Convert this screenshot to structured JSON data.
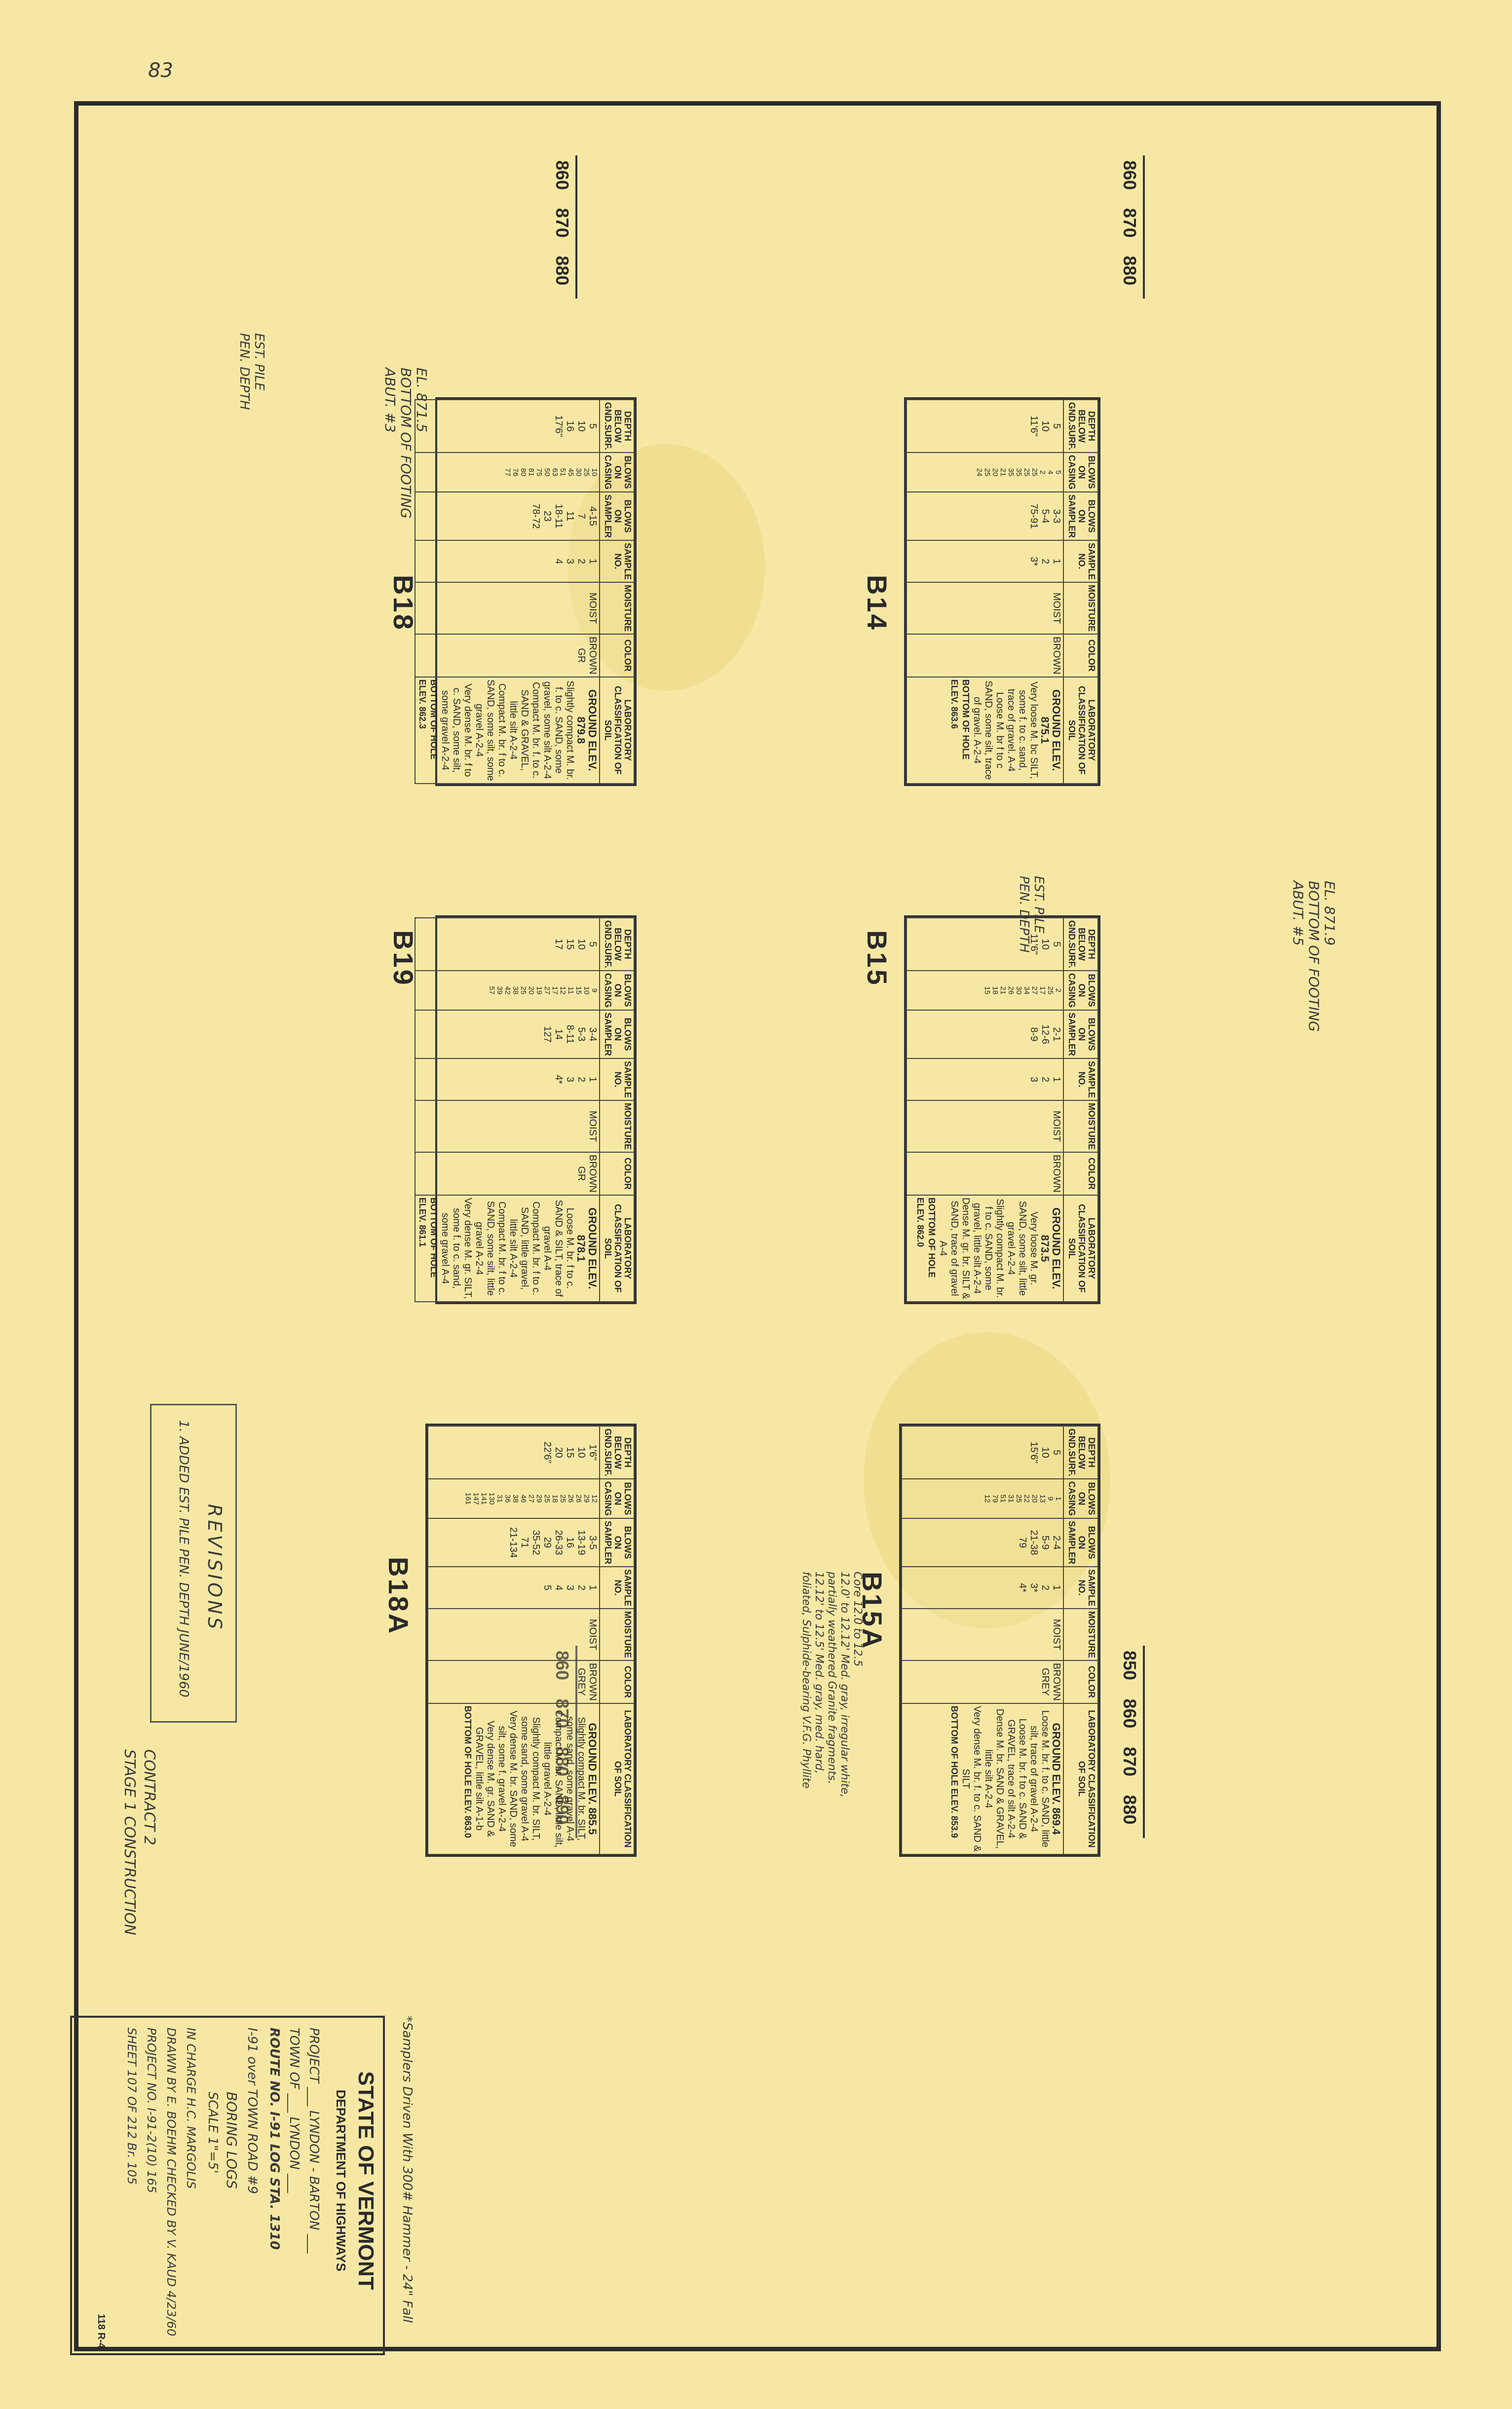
{
  "corner_mark": "83",
  "scale_labels": [
    "860",
    "870",
    "880",
    "890",
    "850"
  ],
  "footing_notes": {
    "abut3": [
      "EL. 871.5",
      "BOTTOM OF FOOTING",
      "ABUT. #3"
    ],
    "abut5": [
      "EL. 871.9",
      "BOTTOM OF FOOTING",
      "ABUT. #5"
    ]
  },
  "pile_note": [
    "EST. PILE",
    "PEN. DEPTH"
  ],
  "table_headers": {
    "depth": "DEPTH BELOW GND.SURF.",
    "casing": "BLOWS ON CASING",
    "sampler": "BLOWS ON SAMPLER",
    "sample": "SAMPLE NO.",
    "moisture": "MOISTURE",
    "color": "COLOR",
    "lab": "LABORATORY CLASSIFICATION OF SOIL"
  },
  "borings": [
    {
      "name": "B14",
      "ground": "GROUND ELEV. 875.1",
      "moist": "MOIST",
      "color": "BROWN",
      "depths": [
        "5",
        "10",
        "11'6\""
      ],
      "casing": [
        "5",
        "4",
        "2",
        "25",
        "25",
        "35",
        "35",
        "21",
        "20",
        "25",
        "24"
      ],
      "sampler": [
        "3-3",
        "5-4",
        "75-91"
      ],
      "samples": [
        "1",
        "2",
        "3*"
      ],
      "desc": [
        "Very loose M. bc SILT, some f. to c. sand, trace of gravel. A-4",
        "Loose M. br f to c SAND, some silt, trace of gravel. A-2-4"
      ],
      "bottom": "BOTTOM OF HOLE ELEV. 863.6"
    },
    {
      "name": "B15",
      "ground": "GROUND ELEV. 873.5",
      "moist": "MOIST",
      "color": "BROWN",
      "depths": [
        "5",
        "10",
        "11'6\""
      ],
      "casing": [
        "2",
        "25",
        "17",
        "27",
        "34",
        "30",
        "26",
        "21",
        "18",
        "15"
      ],
      "sampler": [
        "2-1",
        "12-6",
        "8-9"
      ],
      "samples": [
        "1",
        "2",
        "3"
      ],
      "desc": [
        "Very loose M. gr. SAND, some silt, little gravel A-2-4",
        "Slightly compact M. br. f to c. SAND, some gravel, little silt A-2-4",
        "Dense M. gr. br. SILT & SAND, trace of gravel A-4"
      ],
      "bottom": "BOTTOM OF HOLE ELEV. 862.0"
    },
    {
      "name": "B15A",
      "ground": "GROUND ELEV. 869.4",
      "moist": "MOIST",
      "color": "BROWN",
      "color2": "GREY",
      "depths": [
        "5",
        "10",
        "15'6\""
      ],
      "casing": [
        "1",
        "9",
        "13",
        "20",
        "22",
        "25",
        "31",
        "51",
        "79",
        "12"
      ],
      "sampler": [
        "2-4",
        "5-9",
        "21-38",
        "79"
      ],
      "samples": [
        "1",
        "2",
        "3*",
        "4*"
      ],
      "desc": [
        "Loose M. br. f. to c. SAND, little silt, trace of gravel A-2-4",
        "Loose M. br. f to c. SAND & GRAVEL, trace of silt A-2-4",
        "Dense M. br. SAND & GRAVEL, little silt A-2-4",
        "Very dense M. br. f. to c. SAND & SILT"
      ],
      "bottom": "BOTTOM OF HOLE ELEV. 853.9",
      "core": [
        "Core 12.0 to 12.5",
        "12.0' to 12.12' Med. gray, irregular white, partially weathered Granite fragments.",
        "12.12' to 12.5' Med. gray, med. hard, foliated, Sulphide-bearing V.F.G. Phyllite"
      ]
    },
    {
      "name": "B18",
      "ground": "GROUND ELEV. 879.8",
      "moist": "MOIST",
      "color": "BROWN",
      "color2": "GR",
      "depths": [
        "5",
        "10",
        "16",
        "17'6\""
      ],
      "casing": [
        "10",
        "25",
        "30",
        "45",
        "51",
        "63",
        "50",
        "75",
        "81",
        "80",
        "76",
        "77"
      ],
      "sampler": [
        "4-15",
        "7",
        "11",
        "18-11",
        "23",
        "78-72"
      ],
      "samples": [
        "1",
        "2",
        "3",
        "4"
      ],
      "desc": [
        "Slightly compact M. br. f. to c. SAND, some gravel, some silt A-2-4",
        "Compact M. br. f. to c. SAND & GRAVEL, little silt A-2-4",
        "Compact M. br. f to c. SAND, some silt, some gravel A-2-4",
        "Very dense M. br. f to c. SAND, some silt, some gravel A-2-4"
      ],
      "bottom": "BOTTOM OF HOLE ELEV. 862.3"
    },
    {
      "name": "B19",
      "ground": "GROUND ELEV. 878.1",
      "moist": "MOIST",
      "color": "BROWN",
      "color2": "GR",
      "depths": [
        "5",
        "10",
        "15",
        "17"
      ],
      "casing": [
        "9",
        "10",
        "15",
        "11",
        "12",
        "17",
        "27",
        "19",
        "20",
        "25",
        "38",
        "42",
        "39",
        "57"
      ],
      "sampler": [
        "3-4",
        "5-3",
        "8-11",
        "14",
        "127"
      ],
      "samples": [
        "1",
        "2",
        "3",
        "4*"
      ],
      "desc": [
        "Loose M. br. f to c. SAND & SILT, trace of gravel A-4",
        "Compact M. br. f to c. SAND, little gravel, little silt A-2-4",
        "Compact M. br. f to c. SAND, some silt, little gravel A-2-4",
        "Very dense M. gr. SILT, some f. to c. sand, some gravel A-4"
      ],
      "bottom": "BOTTOM OF HOLE ELEV. 861.1"
    },
    {
      "name": "B18A",
      "ground": "GROUND ELEV. 885.5",
      "moist": "MOIST",
      "color": "BROWN",
      "color2": "GREY",
      "depths": [
        "1'6\"",
        "10",
        "15",
        "20",
        "22'6\""
      ],
      "casing": [
        "12",
        "29",
        "26",
        "26",
        "25",
        "18",
        "25",
        "29",
        "27",
        "46",
        "38",
        "36",
        "31",
        "130",
        "141",
        "147",
        "161"
      ],
      "sampler": [
        "3-5",
        "13-19",
        "16",
        "26-33",
        "29",
        "35-52",
        "71",
        "21-134"
      ],
      "samples": [
        "1",
        "2",
        "3",
        "4",
        "5"
      ],
      "desc": [
        "Slightly compact M. br. SILT, some sand, some gravel A-4",
        "Compact M. br. SAND, little silt, little gravel A-2-4",
        "Slightly compact M. br. SILT, some sand, some gravel A-4",
        "Very dense M. br. SAND, some silt, some f. gravel A-2-4",
        "Very dense M. gr. SAND & GRAVEL, little silt A-1-b"
      ],
      "bottom": "BOTTOM OF HOLE ELEV. 863.0"
    }
  ],
  "revisions": {
    "title": "REVISIONS",
    "item": "1. ADDED EST. PILE PEN. DEPTH JUNE/1960"
  },
  "contract": [
    "CONTRACT 2",
    "STAGE 1 CONSTRUCTION"
  ],
  "sampler_note": "*Samplers Driven With 300# Hammer - 24\" Fall",
  "title_block": {
    "state": "STATE OF VERMONT",
    "dept": "DEPARTMENT OF HIGHWAYS",
    "project": "PROJECT ___ LYNDON - BARTON ___",
    "town": "TOWN OF ___ LYNDON ___",
    "route": "ROUTE NO. I-91 LOG STA. 1310",
    "desc": "I-91 over TOWN ROAD #9",
    "title": "BORING LOGS",
    "scale": "SCALE 1\"=5'",
    "charge": "IN CHARGE H.C. MARGOLIS",
    "drawn": "DRAWN BY E. BOEHM CHECKED BY V. KAUD 4/23/60",
    "projno": "PROJECT NO. I-91-2(10) 165",
    "sheet": "SHEET 107 OF 212 Br. 105",
    "corner": "118 R-4"
  }
}
